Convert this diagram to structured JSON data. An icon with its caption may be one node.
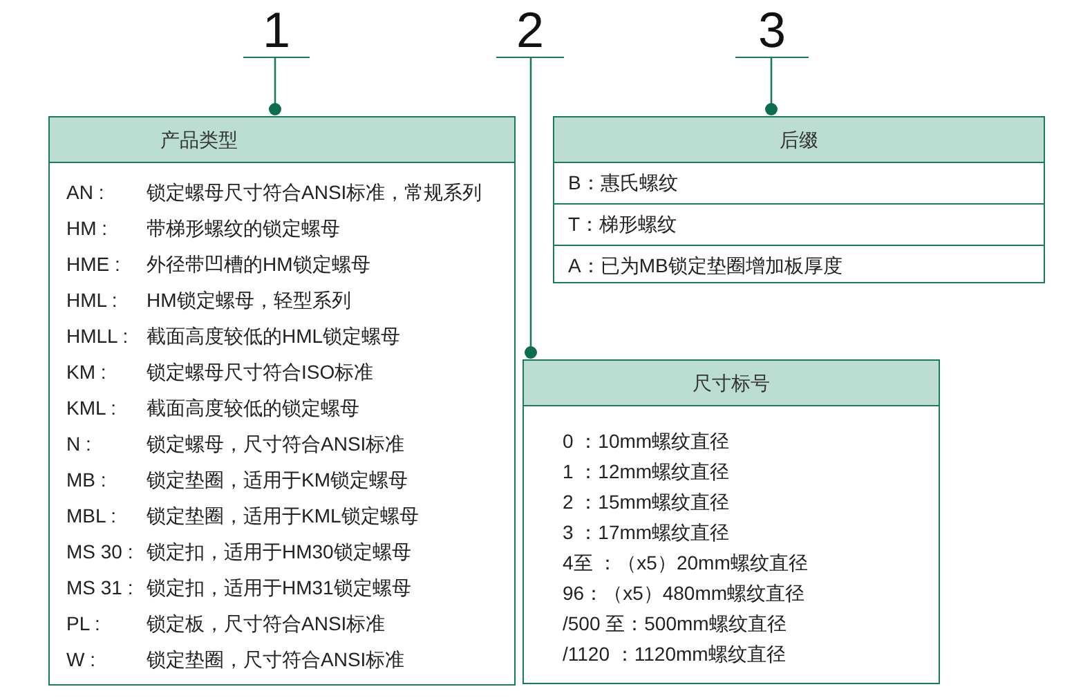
{
  "diagram": {
    "nodes": [
      {
        "text": [
          "1"
        ]
      },
      {
        "text": [
          "2"
        ]
      },
      {
        "text": [
          "3"
        ]
      },
      {
        "text": [
          "产品类型",
          "AN :",
          "锁定螺母尺寸符合ANSI标准，常规系列",
          "HM :",
          "带梯形螺纹的锁定螺母",
          "HME :",
          "外径带凹槽的HM锁定螺母",
          "HML :",
          "HM锁定螺母，轻型系列",
          "HMLL :",
          "截面高度较低的HML锁定螺母",
          "KM :",
          "锁定螺母尺寸符合ISO标准",
          "KML :",
          "截面高度较低的锁定螺母",
          "N :",
          "锁定螺母，尺寸符合ANSI标准",
          "MB :",
          "锁定垫圈，适用于KM锁定螺母",
          "MBL :",
          "锁定垫圈，适用于KML锁定螺母",
          "MS 30 :",
          "锁定扣，适用于HM30锁定螺母",
          "MS 31 :",
          "锁定扣，适用于HM31锁定螺母",
          "PL :",
          "锁定板，尺寸符合ANSI标准",
          "W :",
          "锁定垫圈，尺寸符合ANSI标准"
        ]
      },
      {
        "text": [
          "后缀",
          "B：惠氏螺纹",
          "T：梯形螺纹",
          "A：已为MB锁定垫圈增加板厚度"
        ]
      },
      {
        "text": [
          "尺寸标号",
          "0 ：10mm螺纹直径",
          "1 ：12mm螺纹直径",
          "2 ：15mm螺纹直径",
          "3 ：17mm螺纹直径",
          "4至 ：（x5）20mm螺纹直径",
          "96：（x5）480mm螺纹直径",
          "/500 至：500mm螺纹直径",
          "/1120 ：1120mm螺纹直径"
        ]
      }
    ],
    "edges": [
      {
        "from": 0,
        "to": 3,
        "arrow": "other"
      },
      {
        "from": 1,
        "to": 5,
        "arrow": "other"
      },
      {
        "from": 2,
        "to": 4,
        "arrow": "other"
      }
    ]
  }
}
